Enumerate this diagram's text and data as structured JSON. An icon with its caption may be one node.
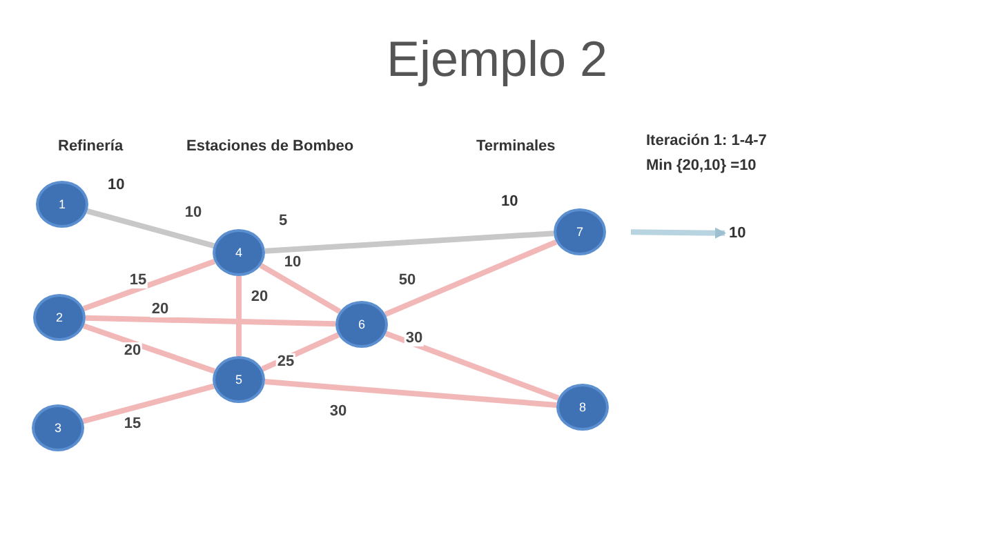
{
  "diagram": {
    "title": "Ejemplo 2",
    "nodes": [
      {
        "text": [
          "1"
        ]
      },
      {
        "text": [
          "2"
        ]
      },
      {
        "text": [
          "3"
        ]
      },
      {
        "text": [
          "4"
        ]
      },
      {
        "text": [
          "5"
        ]
      },
      {
        "text": [
          "6"
        ]
      },
      {
        "text": [
          "7"
        ]
      },
      {
        "text": [
          "8"
        ]
      },
      {
        "text": [
          "10"
        ]
      }
    ],
    "edges": [
      {
        "from": 0,
        "to": 3,
        "arrow": "none",
        "label": "10",
        "color": "#c8c8c8"
      },
      {
        "from": 3,
        "to": 6,
        "arrow": "none",
        "label": "5",
        "color": "#c8c8c8"
      },
      {
        "from": 1,
        "to": 3,
        "arrow": "none",
        "label": "15"
      },
      {
        "from": 1,
        "to": 5,
        "arrow": "none",
        "label": "20"
      },
      {
        "from": 1,
        "to": 4,
        "arrow": "none",
        "label": "20"
      },
      {
        "from": 3,
        "to": 4,
        "arrow": "none",
        "label": "20"
      },
      {
        "from": 3,
        "to": 5,
        "arrow": "none",
        "label": "10"
      },
      {
        "from": 4,
        "to": 5,
        "arrow": "none",
        "label": "25"
      },
      {
        "from": 2,
        "to": 4,
        "arrow": "none",
        "label": "15"
      },
      {
        "from": 5,
        "to": 6,
        "arrow": "none",
        "label": "50"
      },
      {
        "from": 5,
        "to": 7,
        "arrow": "none",
        "label": "30"
      },
      {
        "from": 4,
        "to": 7,
        "arrow": "none",
        "label": "30"
      },
      {
        "from": 6,
        "to": 8,
        "arrow": "to",
        "color": "#b8d4e0"
      }
    ],
    "labels": [
      "Refinería",
      "Estaciones de Bombeo",
      "Terminales",
      "10",
      "10",
      "Iteración 1:  1-4-7",
      "Min {20,10} =10"
    ]
  }
}
